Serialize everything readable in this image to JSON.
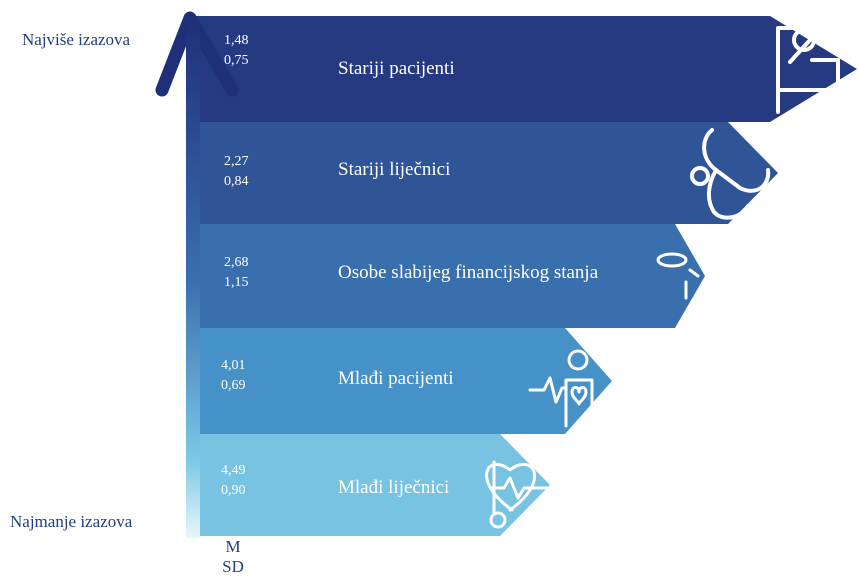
{
  "axis": {
    "top_label": "Najviše izazova",
    "bottom_label": "Najmanje izazova"
  },
  "legend": {
    "m": "M",
    "sd": "SD"
  },
  "groups": [
    {
      "label": "Stariji pacijenti",
      "m": "1,48",
      "sd": "0,75",
      "color": "#263a82",
      "icon": "patient-bed-icon"
    },
    {
      "label": "Stariji liječnici",
      "m": "2,27",
      "sd": "0,84",
      "color": "#2f5596",
      "icon": "stethoscope-icon"
    },
    {
      "label": "Osobe slabijeg financijskog stanja",
      "m": "2,68",
      "sd": "1,15",
      "color": "#3a6fae",
      "icon": "coins-icon"
    },
    {
      "label": "Mlađi pacijenti",
      "m": "4,01",
      "sd": "0,69",
      "color": "#4591c8",
      "icon": "heart-person-icon"
    },
    {
      "label": "Mlađi liječnici",
      "m": "4,49",
      "sd": "0,90",
      "color": "#78c2e2",
      "icon": "heart-stethoscope-icon"
    }
  ]
}
